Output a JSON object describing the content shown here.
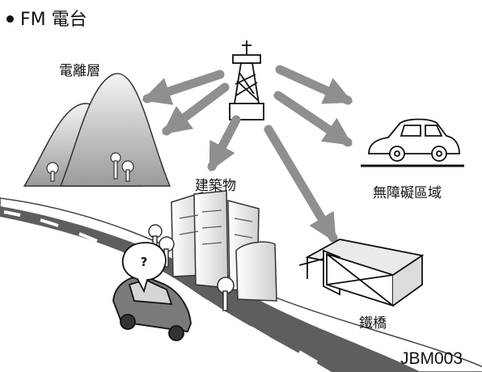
{
  "title": "FM 電台",
  "labels": {
    "ionosphere": "電離層",
    "buildings": "建築物",
    "free_zone": "無障礙區域",
    "bridge": "鐵橋"
  },
  "qmark": "?",
  "figure_code": "JBM003",
  "icons": {
    "tower": "radio-tower-icon",
    "mountain": "mountain-icon",
    "car": "car-icon",
    "building": "building-icon",
    "bridge": "bridge-icon",
    "question": "question-bubble-icon"
  },
  "colors": {
    "arrow": "#8f8f8f",
    "road": "#5e5e5e",
    "ink": "#111111"
  }
}
